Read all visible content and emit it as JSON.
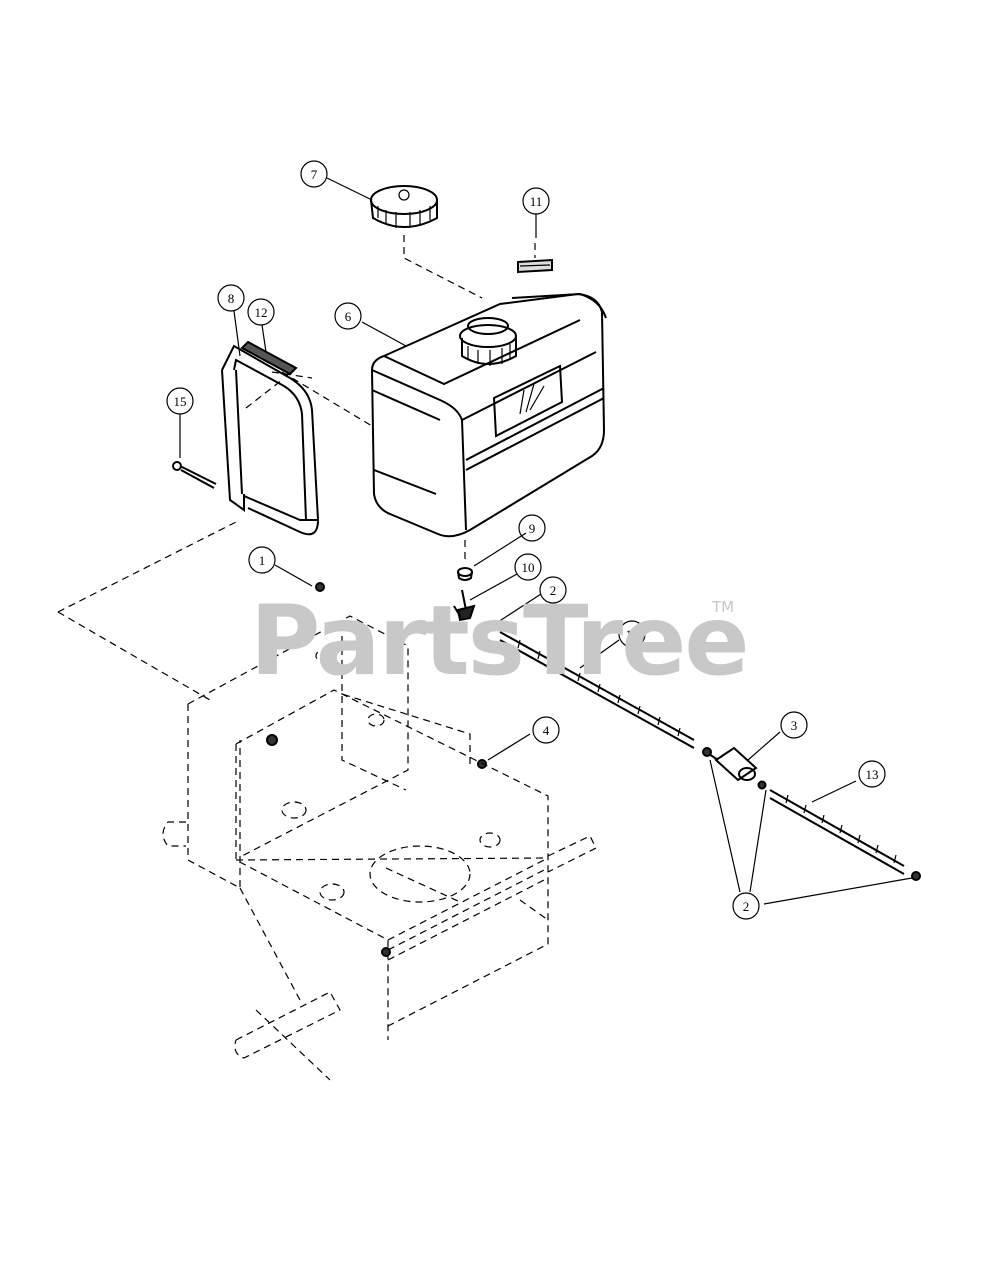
{
  "watermark": {
    "text": "PartsTree",
    "trademark": "TM"
  },
  "callouts": [
    {
      "id": "c7",
      "label": "7"
    },
    {
      "id": "c11",
      "label": "11"
    },
    {
      "id": "c8",
      "label": "8"
    },
    {
      "id": "c12",
      "label": "12"
    },
    {
      "id": "c6",
      "label": "6"
    },
    {
      "id": "c15",
      "label": "15"
    },
    {
      "id": "c9",
      "label": "9"
    },
    {
      "id": "c10",
      "label": "10"
    },
    {
      "id": "c2a",
      "label": "2"
    },
    {
      "id": "c1",
      "label": "1"
    },
    {
      "id": "c14",
      "label": "14"
    },
    {
      "id": "c4",
      "label": "4"
    },
    {
      "id": "c3",
      "label": "3"
    },
    {
      "id": "c13",
      "label": "13"
    },
    {
      "id": "c2b",
      "label": "2"
    }
  ]
}
